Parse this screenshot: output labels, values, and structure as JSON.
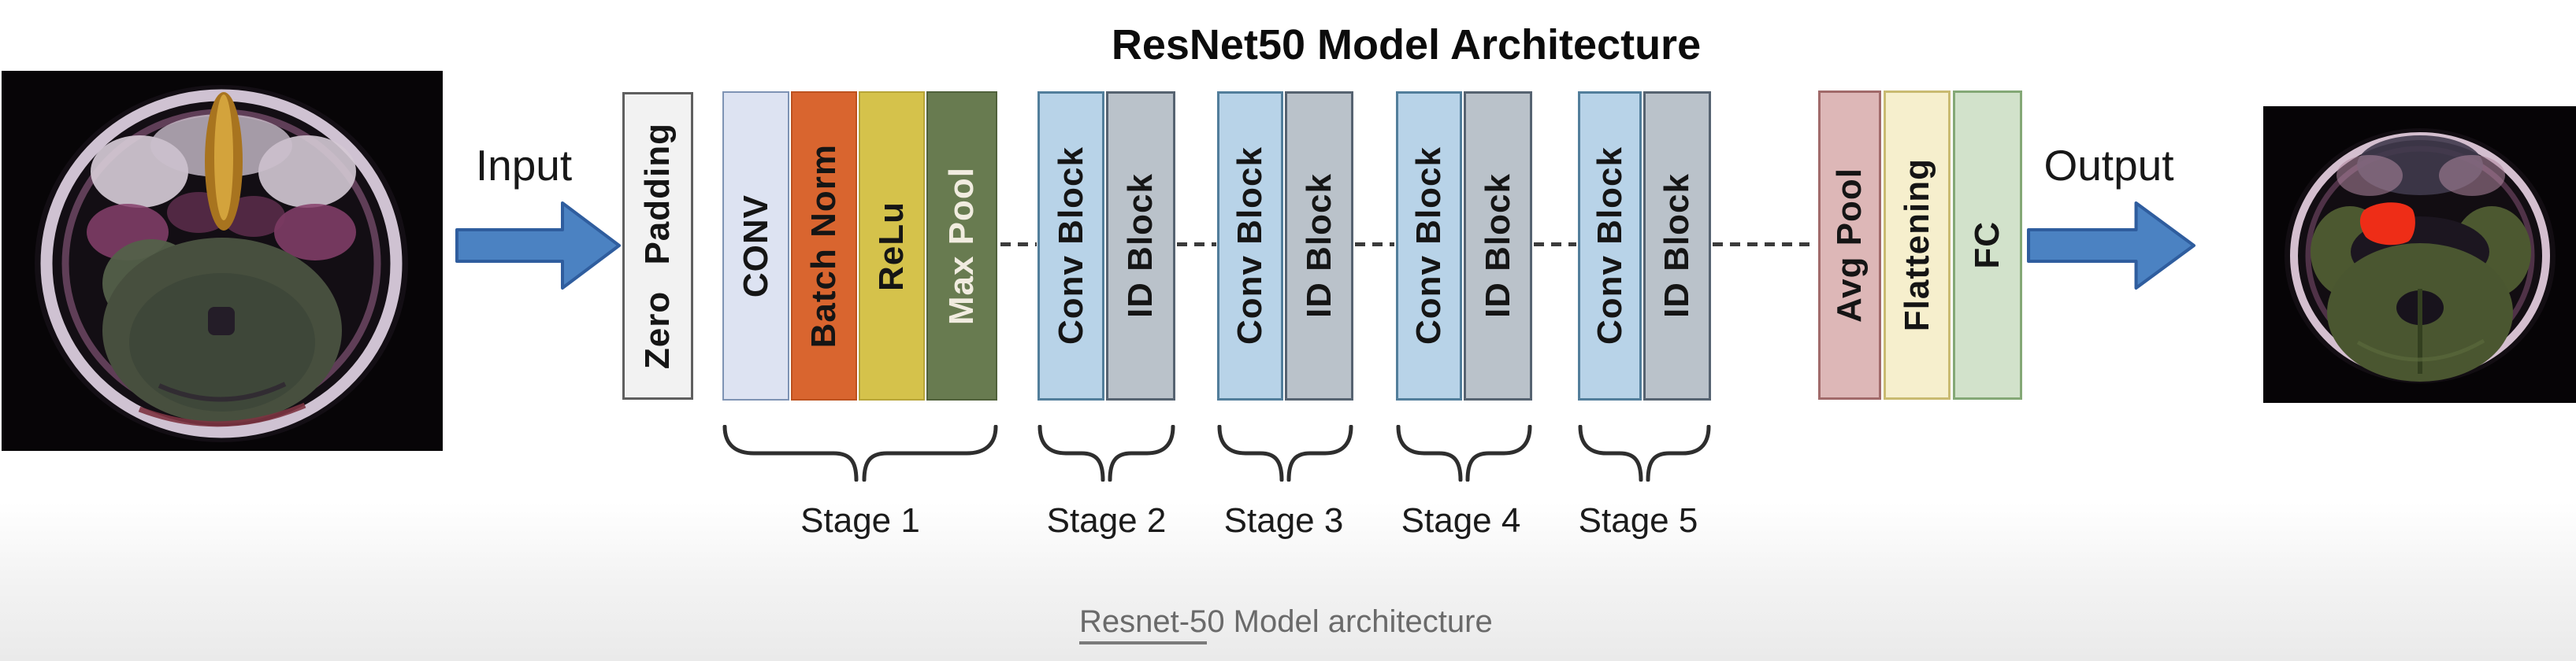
{
  "title": "ResNet50 Model Architecture",
  "input_label": "Input",
  "output_label": "Output",
  "blocks": {
    "zero_padding": "Zero Padding",
    "conv": "CONV",
    "batch_norm": "Batch Norm",
    "relu": "ReLu",
    "max_pool": "Max Pool",
    "conv_block": "Conv Block",
    "id_block": "ID Block",
    "avg_pool": "Avg Pool",
    "flattening": "Flattening",
    "fc": "FC"
  },
  "stage_labels": [
    "Stage 1",
    "Stage 2",
    "Stage 3",
    "Stage 4",
    "Stage 5"
  ],
  "caption": {
    "underlined": "Resnet-5",
    "rest": "0 Model architecture"
  },
  "images": {
    "input_image": "axial brain MRI scan (pre-processing input)",
    "output_image": "axial brain MRI scan with red tumor segmentation highlight"
  },
  "colors": {
    "arrow_fill": "#4b82c2",
    "arrow_stroke": "#2f5d9e",
    "zero_padding_fill": "#f2f2f2",
    "conv_fill": "#dde3f2",
    "batch_norm_fill": "#d9652f",
    "relu_fill": "#d5c24b",
    "max_pool_fill": "#687b50",
    "conv_block_fill": "#b8d3e8",
    "id_block_fill": "#bac2ca",
    "avg_pool_fill": "#ddb7b7",
    "flattening_fill": "#f6efcd",
    "fc_fill": "#d2e2cb",
    "tumor_highlight": "#ee2d17",
    "caption_text": "#6a6a6a",
    "background_fade": "#eaeaea"
  }
}
